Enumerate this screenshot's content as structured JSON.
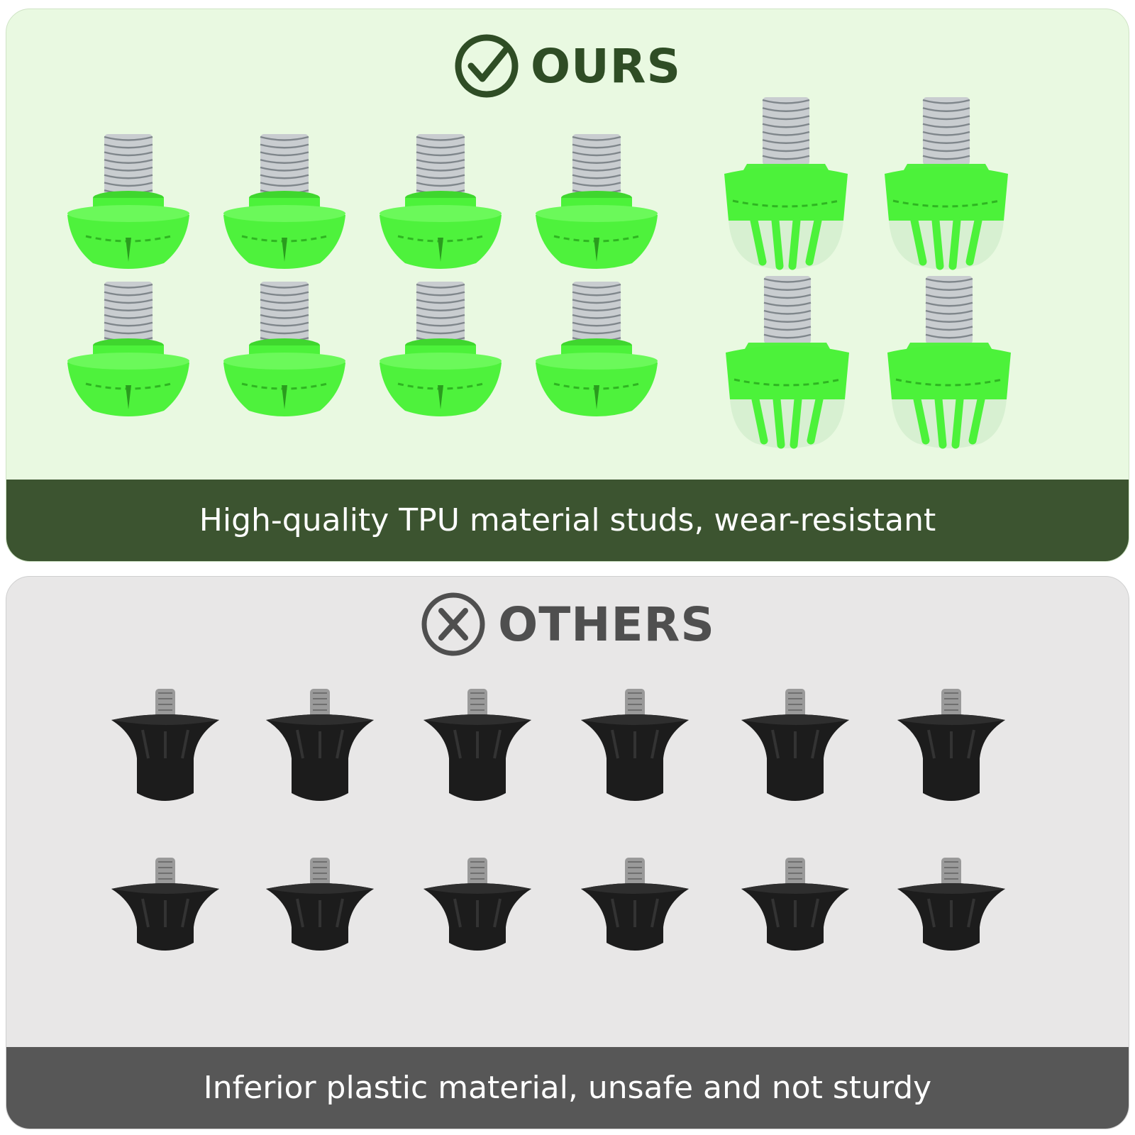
{
  "ours": {
    "heading": "OURS",
    "caption": "High-quality TPU material studs, wear-resistant",
    "colors": {
      "panel": "#e9f9e1",
      "bar": "#3c5430",
      "heading": "#2f4d25",
      "stud": "#4cf23a"
    }
  },
  "others": {
    "heading": "OTHERS",
    "caption": "Inferior plastic material, unsafe and not sturdy",
    "colors": {
      "panel": "#e8e7e7",
      "bar": "#575757",
      "heading": "#4f4f4f",
      "stud": "#1a1a1a"
    }
  },
  "icons": {
    "ours": "check-circle-icon",
    "others": "x-circle-icon"
  }
}
